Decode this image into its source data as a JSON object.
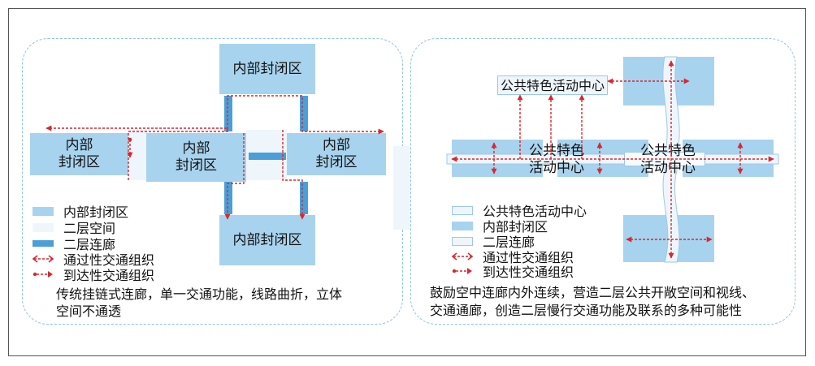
{
  "left_panel": {
    "blocks": {
      "top": "内部封闭区",
      "bottom": "内部封闭区",
      "left": "内部\n封闭区",
      "center": "内部\n封闭区",
      "right": "内部\n封闭区"
    },
    "legend": [
      "内部封闭区",
      "二层空间",
      "二层连廊",
      "通过性交通组织",
      "到达性交通组织"
    ],
    "caption_line1": "传统挂链式连廊，单一交通功能，线路曲折，立体",
    "caption_line2": "空间不通透"
  },
  "right_panel": {
    "labels": {
      "center_top": "公共特色活动中心",
      "mid_left": "公共特色\n活动中心",
      "mid_right": "公共特色\n活动中心"
    },
    "legend": [
      "公共特色活动中心",
      "内部封闭区",
      "二层连廊",
      "通过性交通组织",
      "到达性交通组织"
    ],
    "caption_line1": "鼓励空中连廊内外连续，营造二层公共开敞空间和视线、",
    "caption_line2": "交通通廊，创造二层慢行交通功能及联系的多种可能性"
  },
  "colors": {
    "block": "#a8d3ee",
    "second_floor": "#eef6fc",
    "corridor": "#4a9fd8",
    "arrow": "#d7282f",
    "panel_border": "#8fc3e4"
  }
}
